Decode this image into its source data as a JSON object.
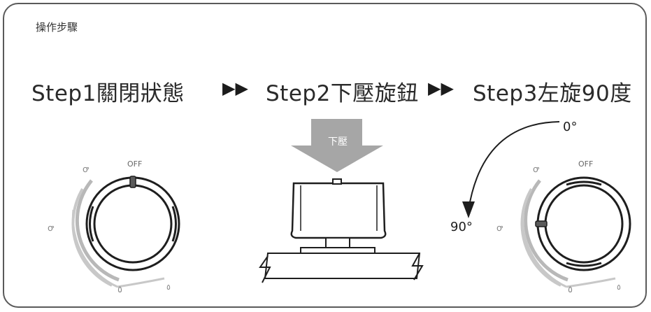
{
  "card_title": "操作步驟",
  "steps": [
    {
      "label": "Step1關閉狀態"
    },
    {
      "label": "Step2下壓旋鈕"
    },
    {
      "label": "Step3左旋90度"
    }
  ],
  "arrows": [
    "▶▶",
    "▶▶"
  ],
  "knob_off_label": "OFF",
  "press_label": "下壓",
  "angle_start": "0°",
  "angle_end": "90°"
}
